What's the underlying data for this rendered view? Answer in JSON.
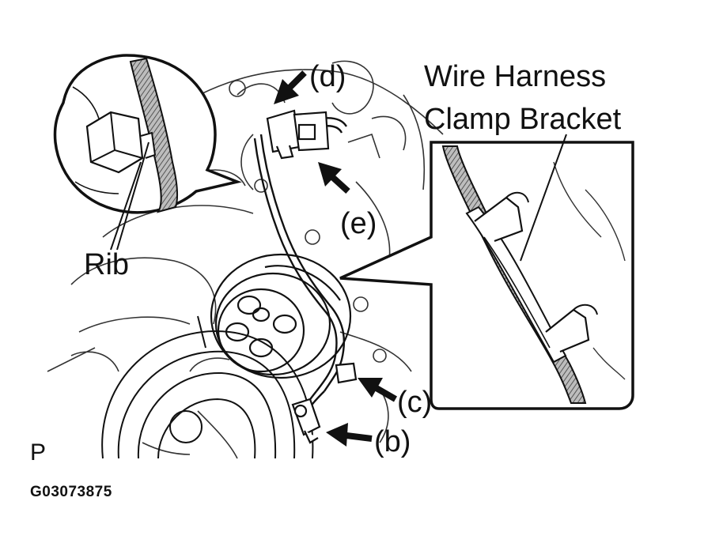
{
  "labels": {
    "d": "(d)",
    "e": "(e)",
    "c": "(c)",
    "b": "(b)",
    "rib": "Rib",
    "harness_line1": "Wire Harness",
    "harness_line2": "Clamp Bracket",
    "view_mark": "P",
    "figure_code": "G03073875"
  },
  "colors": {
    "ink": "#111111",
    "background": "#ffffff",
    "hatch": "#6a6a6a"
  }
}
